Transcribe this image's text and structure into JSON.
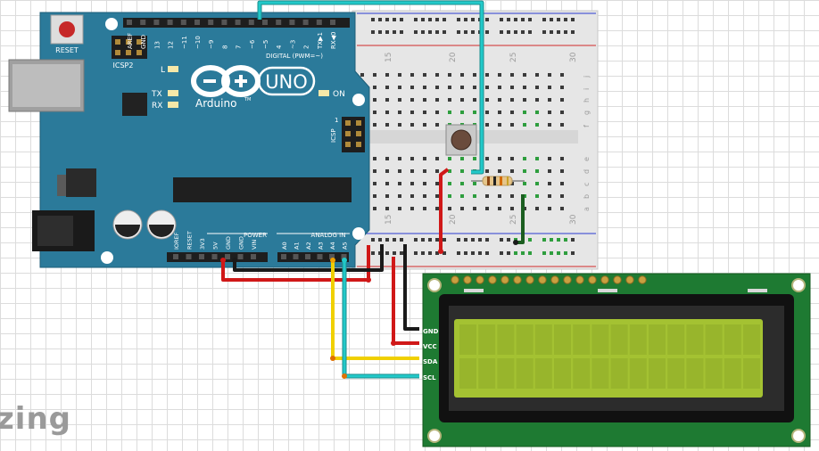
{
  "arduino": {
    "reset_label": "RESET",
    "icsp2_label": "ICSP2",
    "icsp_label": "ICSP",
    "icsp_pin1": "1",
    "digital_label": "DIGITAL (PWM=~)",
    "digital_pins": [
      "AREF",
      "GND",
      "13",
      "12",
      "~11",
      "~10",
      "~9",
      "8",
      "7",
      "~6",
      "~5",
      "4",
      "~3",
      "2",
      "TX▶1",
      "RX◀0"
    ],
    "led_l": "L",
    "led_tx": "TX",
    "led_rx": "RX",
    "led_on": "ON",
    "uno_label": "UNO",
    "brand_label": "Arduino",
    "brand_tm": "TM",
    "power_label": "POWER",
    "power_pins": [
      "IOREF",
      "RESET",
      "3V3",
      "5V",
      "GND",
      "GND",
      "VIN"
    ],
    "analog_label": "ANALOG IN",
    "analog_pins": [
      "A0",
      "A1",
      "A2",
      "A3",
      "A4",
      "A5"
    ]
  },
  "breadboard": {
    "col_numbers": [
      "15",
      "20",
      "25",
      "30"
    ],
    "row_letters_top": [
      "j",
      "i",
      "h",
      "g",
      "f"
    ],
    "row_letters_bottom": [
      "e",
      "d",
      "c",
      "b",
      "a"
    ]
  },
  "lcd": {
    "pin_labels": [
      "GND",
      "VCC",
      "SDA",
      "SCL"
    ]
  },
  "watermark": "zing",
  "colors": {
    "arduino_board": "#2b7a9a",
    "lcd_board": "#1e7a32",
    "lcd_screen": "#a4c232",
    "wire_red": "#d01818",
    "wire_black": "#1a1a1a",
    "wire_yellow": "#f0d000",
    "wire_cyan": "#22c9c9",
    "wire_green": "#1b5e20"
  }
}
